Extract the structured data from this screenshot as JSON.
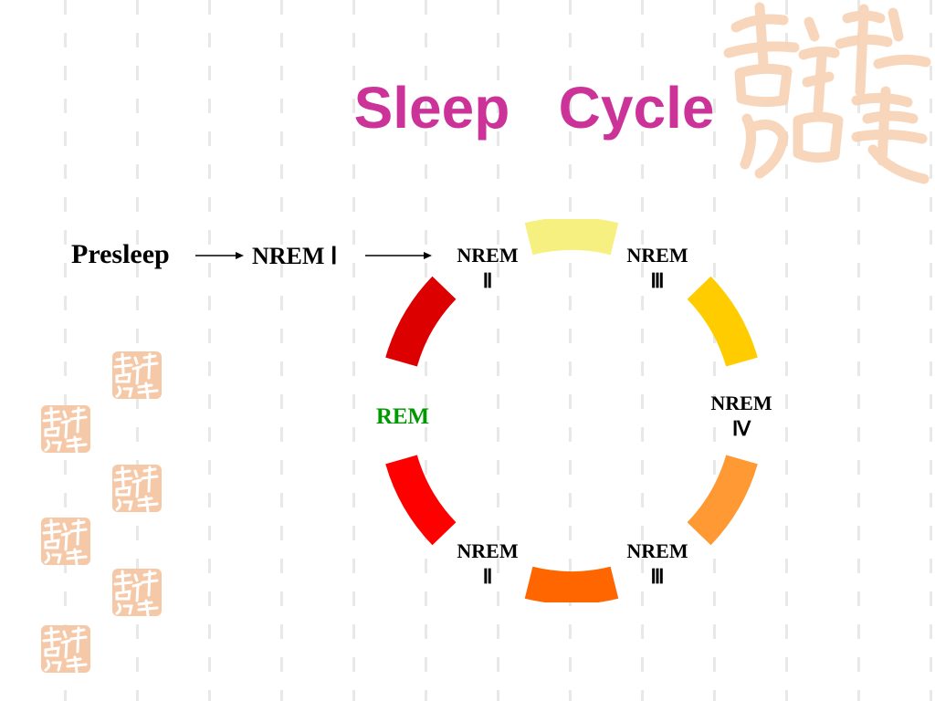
{
  "title": "Sleep   Cycle",
  "flow": {
    "start": "Presleep",
    "first_stage": "NREM Ⅰ"
  },
  "cycle": {
    "stages": [
      {
        "id": "top-left",
        "line1": "NREM",
        "line2": "Ⅱ"
      },
      {
        "id": "top-right",
        "line1": "NREM",
        "line2": "Ⅲ"
      },
      {
        "id": "right",
        "line1": "NREM",
        "line2": "Ⅳ"
      },
      {
        "id": "bottom-right",
        "line1": "NREM",
        "line2": "Ⅲ"
      },
      {
        "id": "bottom-left",
        "line1": "NREM",
        "line2": "Ⅱ"
      }
    ],
    "rem_label": "REM",
    "segment_colors": [
      "#f5f07f",
      "#ffcc00",
      "#ff9933",
      "#ff6600",
      "#ff0000",
      "#dd0000"
    ]
  },
  "colors": {
    "title": "#cc3399",
    "rem": "#009900",
    "seal": "#f5c9a8"
  },
  "icons": [
    "seal-calligraphy-icon",
    "arrow-right-icon"
  ]
}
